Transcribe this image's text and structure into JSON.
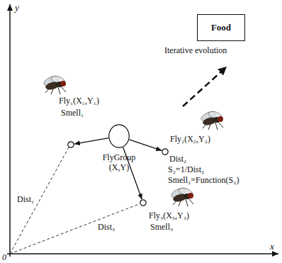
{
  "diagram": {
    "nodes": [
      {
        "text": [
          "Food"
        ]
      },
      {
        "text": [
          "FlyGroup (X,Y)"
        ]
      },
      {
        "text": [
          "Fly₁(X₁,Y₁)",
          "Smell₁"
        ]
      },
      {
        "text": [
          "Fly₂(X₂,Y₂)",
          "Dist₂",
          "S₂=1/Dist₂",
          "Smell₂=Function(S₂)"
        ]
      },
      {
        "text": [
          "Fly₃(X₃,Y₃)",
          "Smell₃"
        ]
      }
    ],
    "edges": [
      {
        "from": 1,
        "to": 2,
        "arrow": "to"
      },
      {
        "from": 1,
        "to": 3,
        "arrow": "to"
      },
      {
        "from": 1,
        "to": 4,
        "arrow": "to"
      }
    ],
    "labels": [
      "y",
      "x",
      "0",
      "Iterative evolution",
      "Dist₁",
      "Dist₃"
    ]
  }
}
